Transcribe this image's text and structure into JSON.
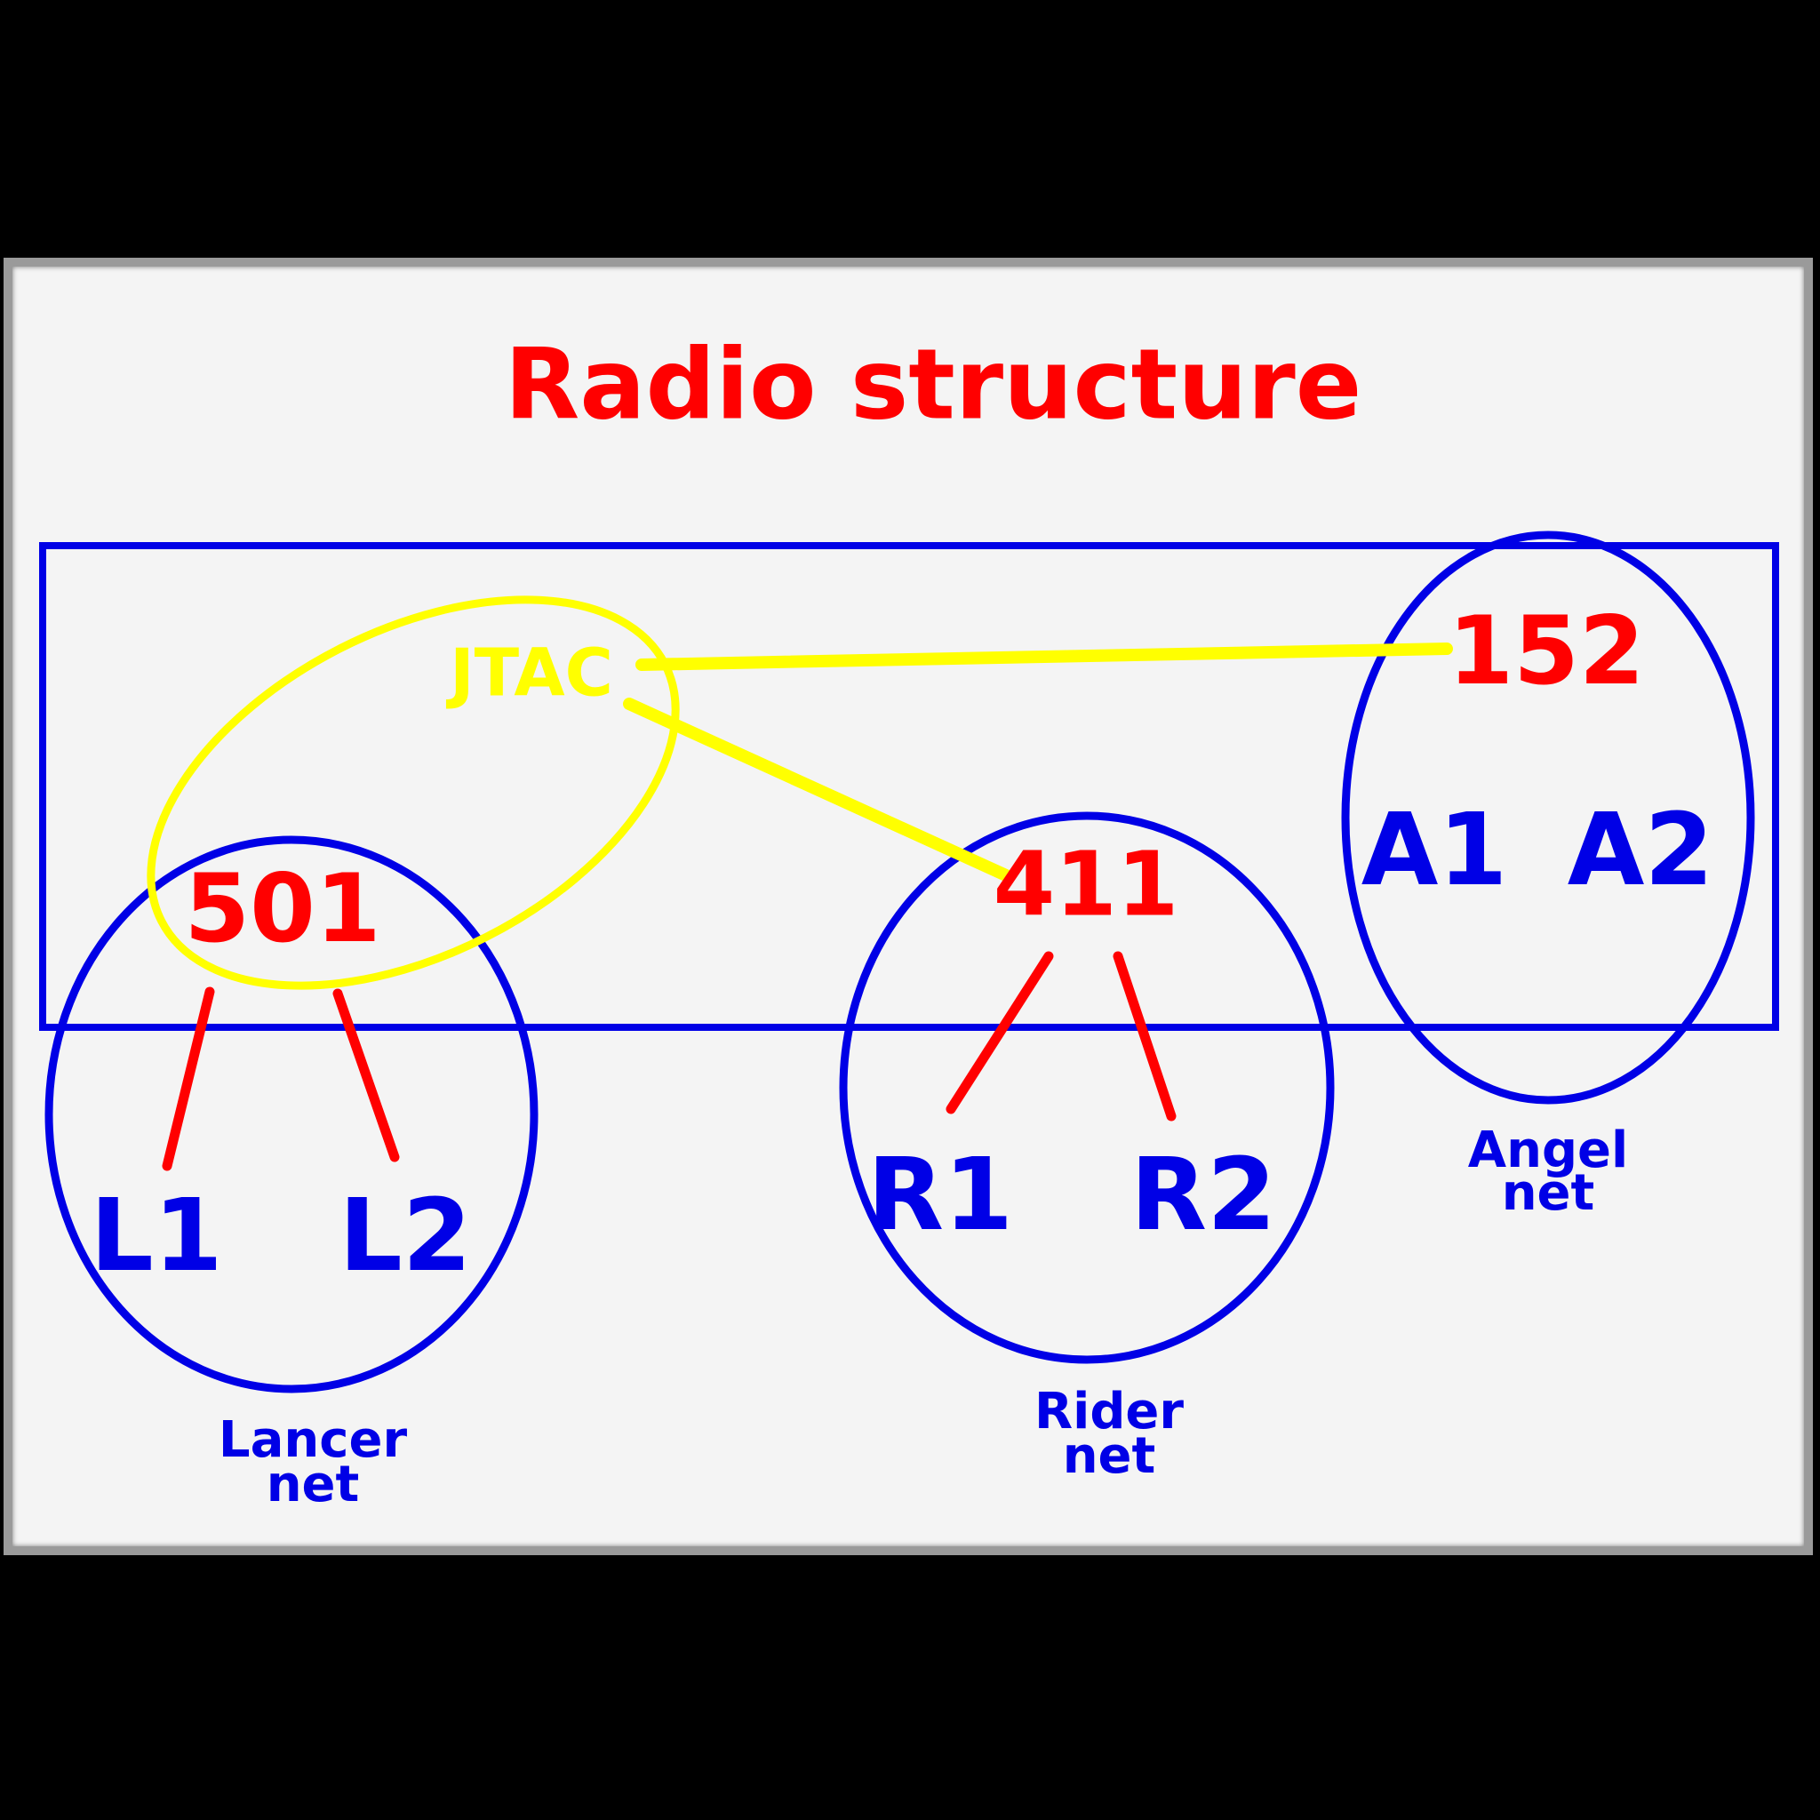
{
  "title": "Radio structure",
  "colors": {
    "title": "#ff0000",
    "node_red": "#ff0000",
    "node_blue": "#0000e6",
    "jtac": "#ffff00",
    "box": "#0000e6",
    "board": "#f4f4f4"
  },
  "nodes": {
    "jtac": "JTAC",
    "n152": "152",
    "n501": "501",
    "n411": "411",
    "l1": "L1",
    "l2": "L2",
    "r1": "R1",
    "r2": "R2",
    "a1": "A1",
    "a2": "A2"
  },
  "nets": {
    "lancer": {
      "line1": "Lancer",
      "line2": "net"
    },
    "rider": {
      "line1": "Rider",
      "line2": "net"
    },
    "angel": {
      "line1": "Angel",
      "line2": "net"
    }
  }
}
